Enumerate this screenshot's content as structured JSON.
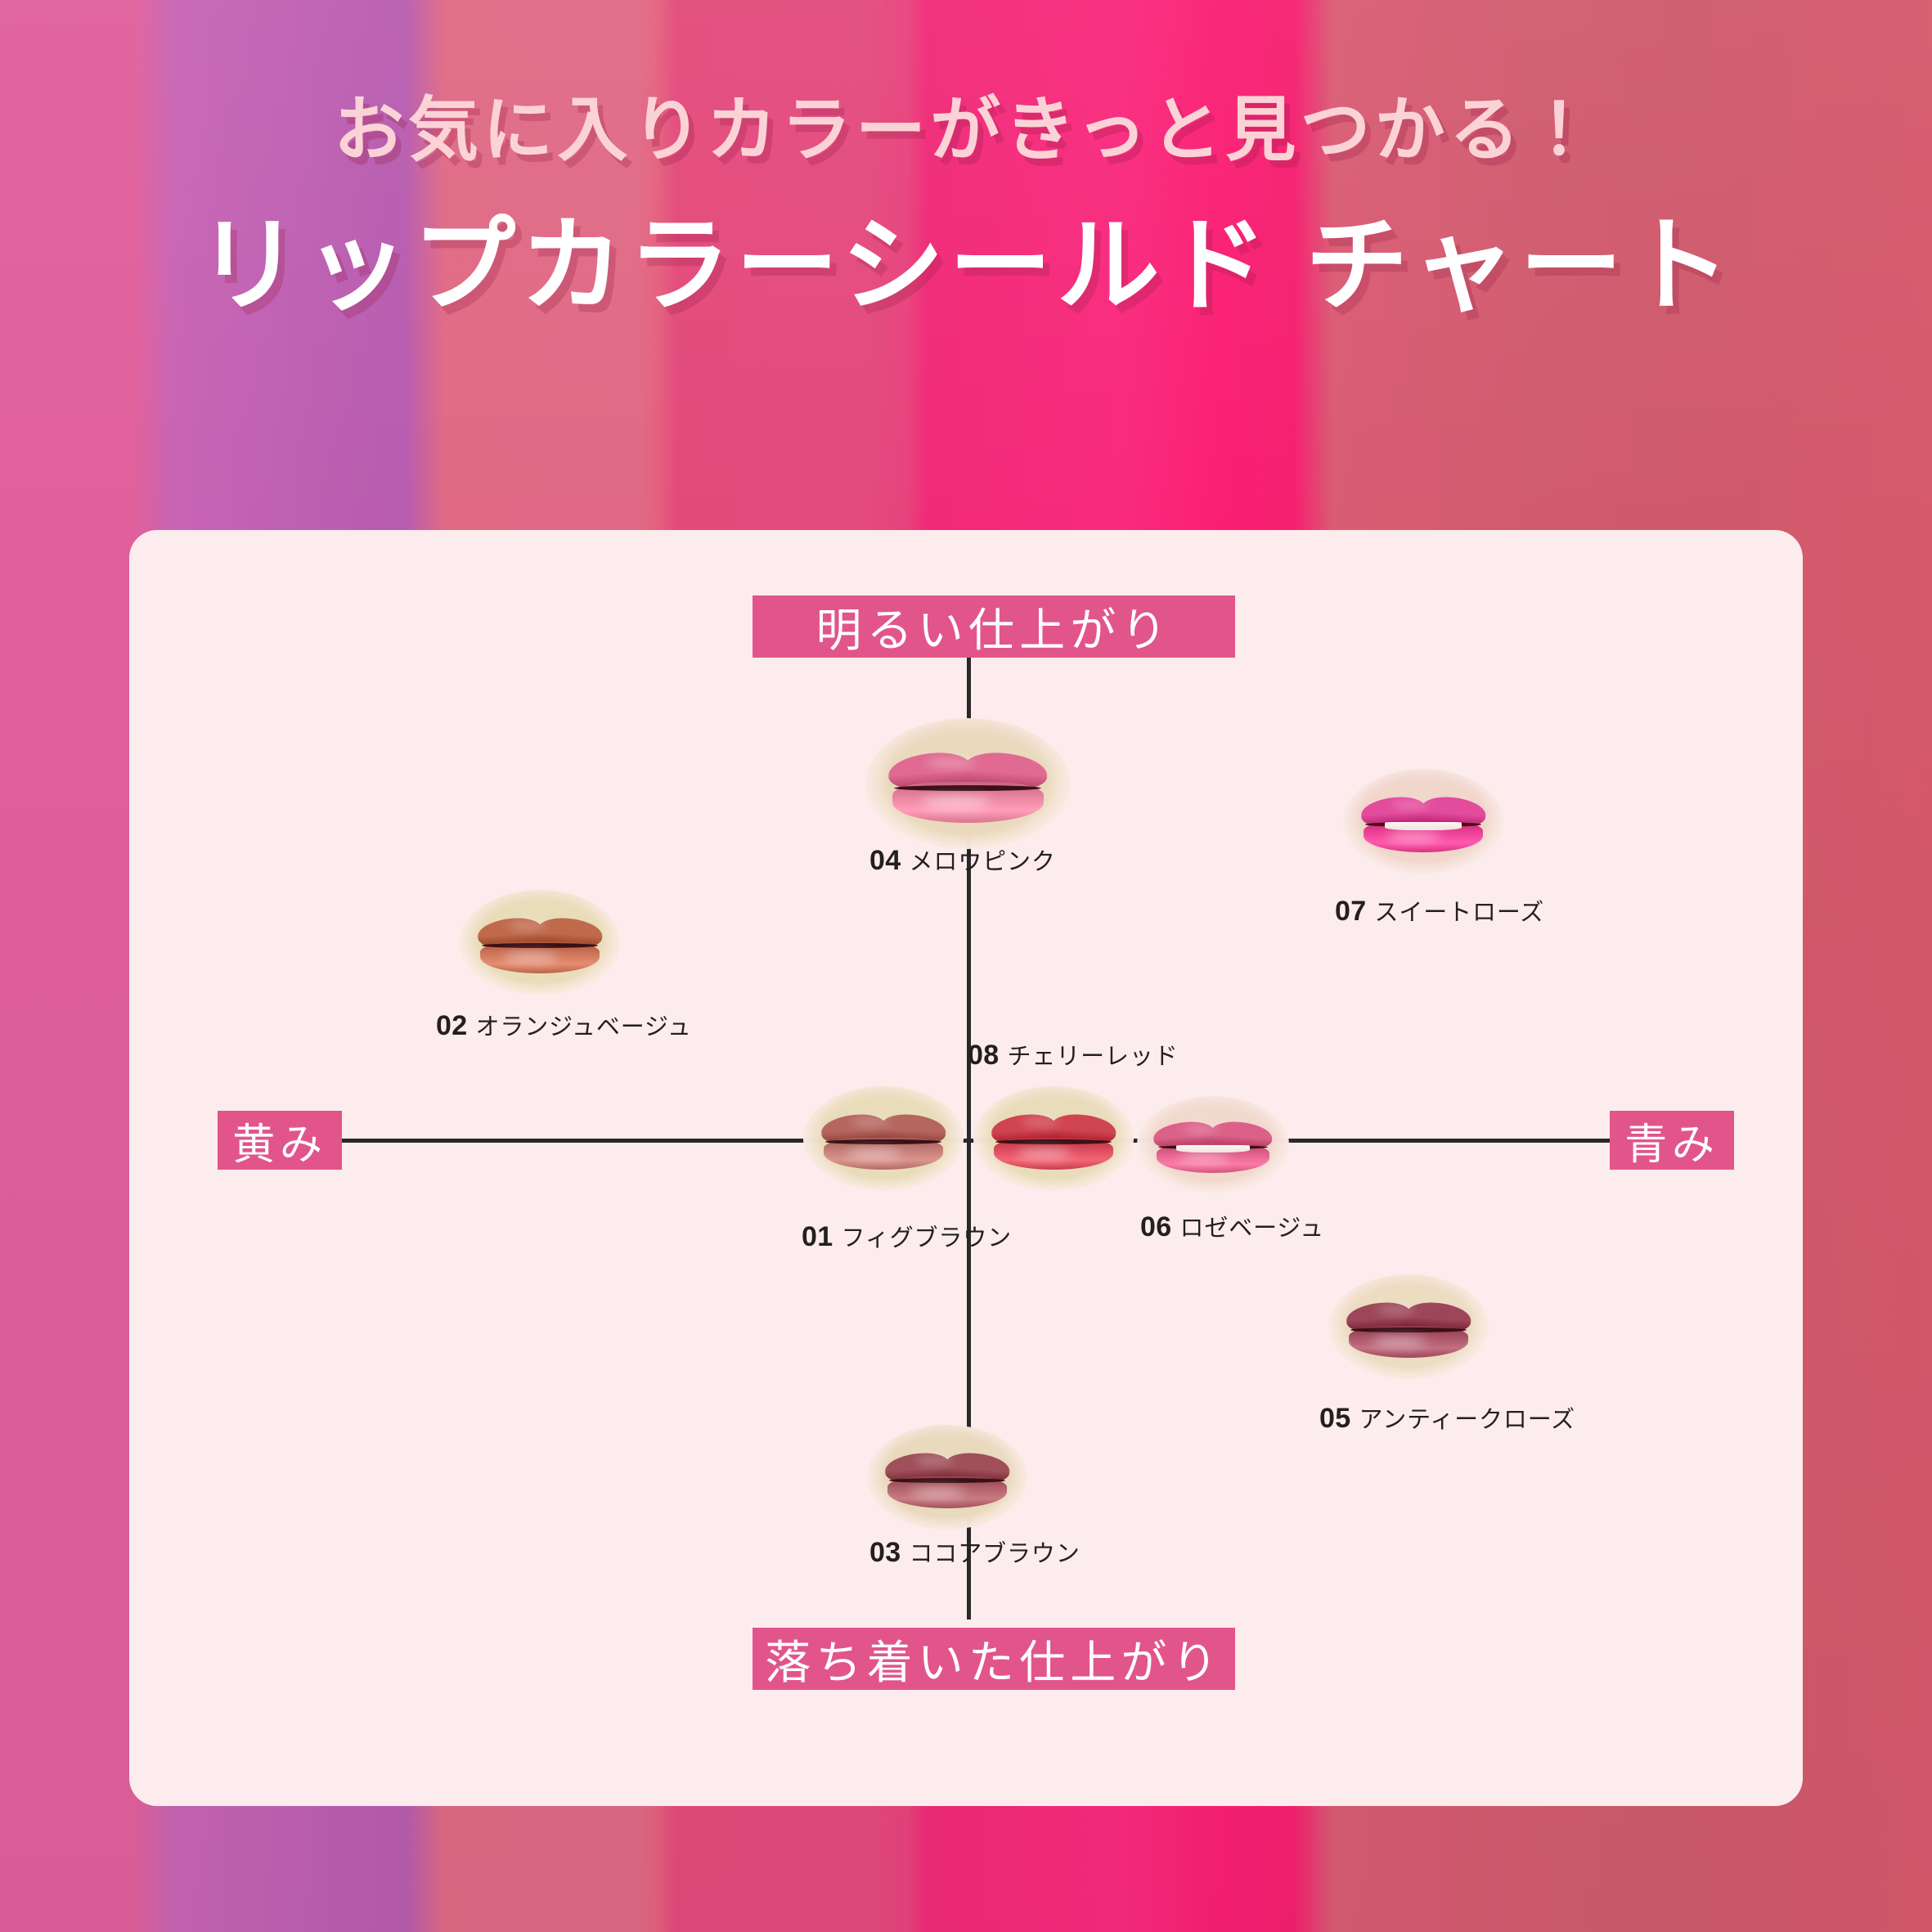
{
  "header": {
    "kicker": "お気に入りカラーがきっと見つかる！",
    "title": "リップカラーシールド チャート"
  },
  "axes": {
    "top_label": "明るい仕上がり",
    "bottom_label": "落ち着いた仕上がり",
    "left_label": "黄み",
    "right_label": "青み"
  },
  "colors": {
    "chip_pink": "#e1558b",
    "panel_bg": "#fdeced",
    "axis_line": "#28282a",
    "title_white": "#ffffff",
    "kicker_pink": "#fbd3d6",
    "caption_text": "#231f20"
  },
  "chart_data": {
    "type": "scatter",
    "title": "リップカラーシールド チャート",
    "xlabel": "黄み ↔ 青み",
    "ylabel": "落ち着いた仕上がり ↔ 明るい仕上がり",
    "xlim": [
      -1,
      1
    ],
    "ylim": [
      -1,
      1
    ],
    "grid": false,
    "legend": "none",
    "axis_labels": {
      "x_left": "黄み",
      "x_right": "青み",
      "y_top": "明るい仕上がり",
      "y_bottom": "落ち着いた仕上がり"
    },
    "points": [
      {
        "num": "04",
        "name": "メロウピンク",
        "x": 0.0,
        "y": 0.62,
        "swatch": "#e2698f"
      },
      {
        "num": "07",
        "name": "スイートローズ",
        "x": 0.52,
        "y": 0.5,
        "swatch": "#e3479a"
      },
      {
        "num": "02",
        "name": "オランジュベージュ",
        "x": -0.72,
        "y": 0.35,
        "swatch": "#c86a4e"
      },
      {
        "num": "08",
        "name": "チェリーレッド",
        "x": 0.07,
        "y": 0.0,
        "swatch": "#d83c52"
      },
      {
        "num": "01",
        "name": "フィグブラウン",
        "x": -0.16,
        "y": 0.0,
        "swatch": "#b96a63"
      },
      {
        "num": "06",
        "name": "ロゼベージュ",
        "x": 0.25,
        "y": 0.0,
        "swatch": "#dd6087"
      },
      {
        "num": "05",
        "name": "アンティークローズ",
        "x": 0.52,
        "y": -0.38,
        "swatch": "#9e4458"
      },
      {
        "num": "03",
        "name": "ココアブラウン",
        "x": 0.0,
        "y": -0.6,
        "swatch": "#a8555c"
      }
    ]
  },
  "swatches": [
    {
      "id": "04",
      "num": "04",
      "name": "メロウピンク",
      "lip_top": "#e06a92",
      "lip_bottom": "#e8839f",
      "skin": "#ead9bc",
      "has_teeth": false
    },
    {
      "id": "07",
      "num": "07",
      "name": "スイートローズ",
      "lip_top": "#e34b9c",
      "lip_bottom": "#ea3f93",
      "skin": "#f0d6cb",
      "has_teeth": true
    },
    {
      "id": "02",
      "num": "02",
      "name": "オランジュベージュ",
      "lip_top": "#c06a4c",
      "lip_bottom": "#cb7257",
      "skin": "#e9dcb9",
      "has_teeth": false
    },
    {
      "id": "01",
      "num": "01",
      "name": "フィグブラウン",
      "lip_top": "#b5665f",
      "lip_bottom": "#c27a74",
      "skin": "#e9dcba",
      "has_teeth": false
    },
    {
      "id": "08",
      "num": "08",
      "name": "チェリーレッド",
      "lip_top": "#cf4450",
      "lip_bottom": "#d94b5c",
      "skin": "#e9dcba",
      "has_teeth": false
    },
    {
      "id": "06",
      "num": "06",
      "name": "ロゼベージュ",
      "lip_top": "#db6188",
      "lip_bottom": "#e2608d",
      "skin": "#f1d9cd",
      "has_teeth": true
    },
    {
      "id": "05",
      "num": "05",
      "name": "アンティークローズ",
      "lip_top": "#9d4659",
      "lip_bottom": "#a95567",
      "skin": "#ecdcc2",
      "has_teeth": false
    },
    {
      "id": "03",
      "num": "03",
      "name": "ココアブラウン",
      "lip_top": "#9f505a",
      "lip_bottom": "#b06068",
      "skin": "#e9d9bd",
      "has_teeth": false
    }
  ]
}
